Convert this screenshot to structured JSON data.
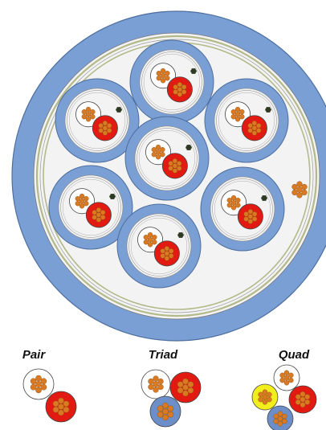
{
  "legend": {
    "pair_label": "Pair",
    "triad_label": "Triad",
    "quad_label": "Quad"
  },
  "colors": {
    "jacket": "#7a9fd4",
    "jacket_stroke": "#4d6e9e",
    "inner_fill": "#f3f3f3",
    "screen_line": "#b4b98a",
    "white_core": "#ffffff",
    "red_core": "#e31a12",
    "blue_core": "#6d8fc9",
    "yellow_core": "#f2ee1c",
    "strand": "#d97a22",
    "drain_wire": "#2f3a24"
  },
  "icons": {
    "pair": "twisted-pair-icon",
    "triad": "triad-icon",
    "quad": "quad-icon"
  }
}
